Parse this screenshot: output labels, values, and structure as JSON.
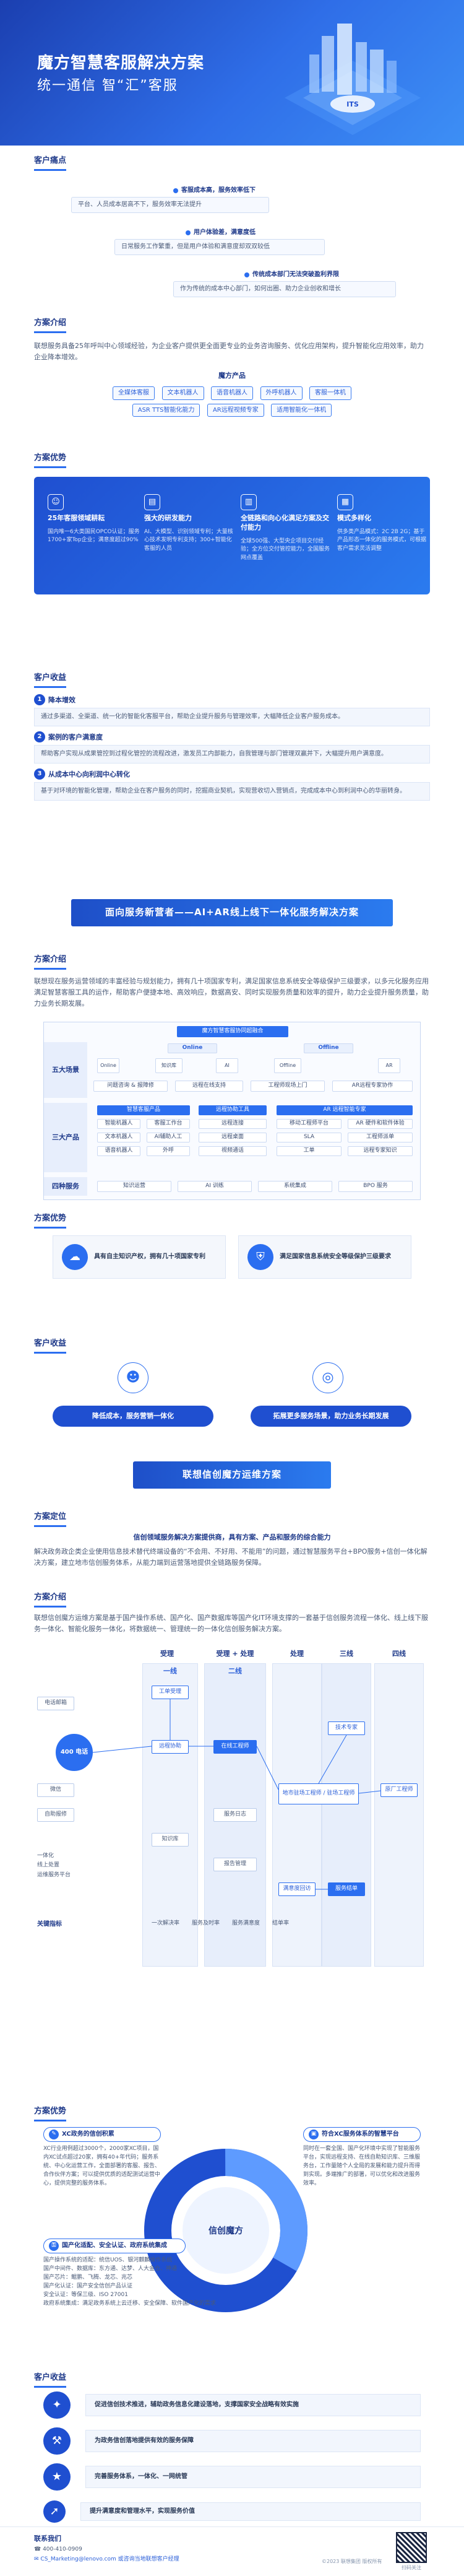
{
  "hero": {
    "title": "魔方智慧客服解决方案",
    "subtitle": "统一通信 智“汇”客服",
    "badge": "ITS"
  },
  "pain": {
    "tag": "客户痛点",
    "items": [
      {
        "head": "客服成本高，服务效率低下",
        "body": "平台、人员成本居高不下，服务效率无法提升"
      },
      {
        "head": "用户体验差，满意度低",
        "body": "日常服务工作繁重，但是用户体验和满意度却双双较低"
      },
      {
        "head": "传统成本部门无法突破盈利界限",
        "body": "作为传统的成本中心部门，如何出圈、助力企业创收和增长"
      }
    ]
  },
  "intro": {
    "tag": "方案介绍",
    "text": "联想服务具备25年呼叫中心领域经验，为企业客户提供更全面更专业的业务咨询服务、优化应用架构，提升智能化应用效率，助力企业降本增效。",
    "products_title": "魔方产品",
    "products": [
      "全媒体客服",
      "文本机器人",
      "语音机器人",
      "外呼机器人",
      "客服一体机",
      "ASR TTS智能化能力",
      "AR远程视频专家",
      "适用智能化一体机"
    ]
  },
  "advantage1": {
    "tag": "方案优势",
    "cols": [
      {
        "icon": "people-icon",
        "title": "25年客服领域耕耘",
        "desc": "国内唯一6大类国民OPCO认证；服务1700+家Top企业；满意度超过90%"
      },
      {
        "icon": "doc-icon",
        "title": "强大的研发能力",
        "desc": "AI、大模型、识别领域专利；大量核心技术发明专利支持；300+智能化客服的人员"
      },
      {
        "icon": "chart-icon",
        "title": "全链路和向心化满足方案及交付能力",
        "desc": "全球500强、大型央企项目交付经验；全方位交付管控能力，全国服务网点覆盖"
      },
      {
        "icon": "grid-icon",
        "title": "模式多样化",
        "desc": "供多类产品模式：2C 2B 2G；基于产品形态一体化的服务模式，可根据客户需求灵活调整"
      }
    ]
  },
  "gain1": {
    "tag": "客户收益",
    "items": [
      {
        "num": "1",
        "title": "降本增效",
        "body": "通过多渠道、全渠道、统一化的智能化客服平台，帮助企业提升服务与管理效率，大幅降低企业客户服务成本。"
      },
      {
        "num": "2",
        "title": "案例的客户满意度",
        "body": "帮助客户实现从成果管控到过程化管控的流程改进，激发员工内部能力，自我管理与部门管理双赢并下，大幅提升用户满意度。"
      },
      {
        "num": "3",
        "title": "从成本中心向利润中心转化",
        "body": "基于对环境的智能化管理，帮助企业在客户服务的同时，挖掘商业契机，实现营收切入营销点，完成成本中心到利润中心的华丽转身。"
      }
    ]
  },
  "banner1": "面向服务新营者——AI+AR线上线下一体化服务解决方案",
  "intro2": {
    "tag": "方案介绍",
    "text": "联想现在服务运营领域的丰富经验与规划能力，拥有几十项国家专利，满足国家信息系统安全等级保护三级要求，以多元化服务应用满足智慧客服工具的运作，帮助客户便捷本地、高效响应，数据高安、同时实现服务质量和效率的提升，助力企业提升服务质量，助力业务长期发展。",
    "arch": {
      "top": "魔方智慧客服协同超融合",
      "online": "Online",
      "offline": "Offline",
      "row1_label": "五大场景",
      "row1": [
        "问题咨询 & 报障修",
        "远程在线支持",
        "工程师现场上门",
        "AR远程专家协作"
      ],
      "row1_icons": [
        "Online",
        "知识库",
        "AI",
        "Offline",
        "AR"
      ],
      "row2_label": "三大产品",
      "row2_heads": [
        "智慧客服产品",
        "远程协助工具",
        "AR 远程智能专家"
      ],
      "row2a": [
        "智能机器人",
        "客服工作台",
        "文本机器人",
        "AI辅助人工",
        "语音机器人",
        "外呼"
      ],
      "row2b": [
        "远程连接",
        "远程桌面",
        "视频通话"
      ],
      "row2c": [
        "移动工程师平台",
        "AR 硬件和软件体验",
        "SLA",
        "工程师派单",
        "工单",
        "远程专家知识"
      ],
      "row3_label": "四种服务",
      "row3": [
        "知识运营",
        "AI 训练",
        "系统集成",
        "BPO 服务"
      ]
    }
  },
  "advantage2": {
    "tag": "方案优势",
    "cards": [
      {
        "icon": "cloud-icon",
        "text": "具有自主知识产权，拥有几十项国家专利"
      },
      {
        "icon": "shield-icon",
        "text": "满足国家信息系统安全等级保护三级要求"
      }
    ]
  },
  "gain2": {
    "tag": "客户收益",
    "cards": [
      {
        "icon": "user-icon",
        "text": "降低成本，服务营销一体化"
      },
      {
        "icon": "globe-icon",
        "text": "拓展更多服务场景，助力业务长期发展"
      }
    ]
  },
  "banner2": "联想信创魔方运维方案",
  "position": {
    "tag": "方案定位",
    "headline": "信创领域服务解决方案提供商，具有方案、产品和服务的综合能力",
    "text": "解决政务政企类企业使用信息技术替代终端设备的“不会用、不好用、不能用”的问题，通过智慧服务平台+BPO服务+信创一体化解决方案，建立地市信创服务体系，从能力端到运营落地提供全链路服务保障。"
  },
  "intro3": {
    "tag": "方案介绍",
    "text": "联想信创魔方运维方案是基于国产操作系统、国产化、国产数据库等国产化IT环境支撑的一套基于信创服务流程一体化、线上线下服务一体化、智能化服务一体化，将数据统一、管理统一的一体化信创服务解决方案。",
    "lanes": [
      "受理",
      "受理 + 处理",
      "处理",
      "三线",
      "四线"
    ],
    "lane_sub": [
      "一线",
      "二线",
      "",
      ""
    ],
    "nodes": {
      "phone": "400 电话",
      "email": "电话邮箱",
      "wechat": "微信",
      "self": "自助报修",
      "help": "远程协助",
      "online": "在线工程师",
      "ticket": "工单受理",
      "onsite": "地市驻场工程师 / 驻场工程师",
      "vendor": "原厂工程师",
      "tech": "技术专家",
      "log": "服务日志",
      "knowledge": "知识库",
      "report": "报告管理",
      "sat": "满意度回访",
      "close": "服务结单",
      "kpi": "关键指标"
    },
    "left_labels": [
      "一体化",
      "线上处置",
      "运维服务平台"
    ],
    "bottom": [
      "一次解决率",
      "服务及时率",
      "服务满意度",
      "结单率"
    ]
  },
  "advantage3": {
    "tag": "方案优势",
    "left_head": "XC政务的信创积累",
    "left_body": "XC行业用例超过3000个，2000家XC项目，国内XC试点超过20家，拥有40+年代码；服务系统、中心化运营工作，全面部署的客服、报告、合作伙伴方案；可以提供优质的适配测试运营中心，提供完整的服务体系。",
    "right_head": "符合XC服务体系的智慧平台",
    "right_body": "同时在一套全国、国产化环境中实现了智能服务平台，实现远程支持、在线自助知识库、三维服务台，工作量随个人全局的发展和能力提升而得到实现。多端推广的部署，可以优化和改进服务效率。",
    "bottom_head": "国产化适配、安全认证、政府系统集成",
    "bottom_list": [
      "国产操作系统的适配：统信UOS、银河麒麟操作系统",
      "国产中间件、数据库：东方通、达梦、人大金仓、神通",
      "国产芯片：鲲鹏、飞腾、龙芯、兆芯",
      "国产化认证：国产安全信创产品认证",
      "安全认证：等保三级、ISO 27001",
      "政府系统集成：满足政务系统上云迁移、安全保障、软件国产化的需求"
    ],
    "ring_center": "信创魔方"
  },
  "gain3": {
    "tag": "客户收益",
    "items": [
      {
        "icon": "bulb-icon",
        "text": "促进信创技术推进，辅助政务信息化建设落地，支撑国家安全战略有效实施"
      },
      {
        "icon": "hammer-icon",
        "text": "为政务信创落地提供有效的服务保障"
      },
      {
        "icon": "star-icon",
        "text": "完善服务体系，一体化、一网统管"
      },
      {
        "icon": "rocket-icon",
        "text": "提升满意度和管理水平，实现服务价值"
      }
    ]
  },
  "footer": {
    "contact_label": "联系我们",
    "phone": "400-410-0909",
    "email": "CS_Marketing@lenovo.com 或咨询当地联想客户经理",
    "copyright": "©2023 联想集团 版权所有",
    "qr_label": "扫码关注"
  }
}
